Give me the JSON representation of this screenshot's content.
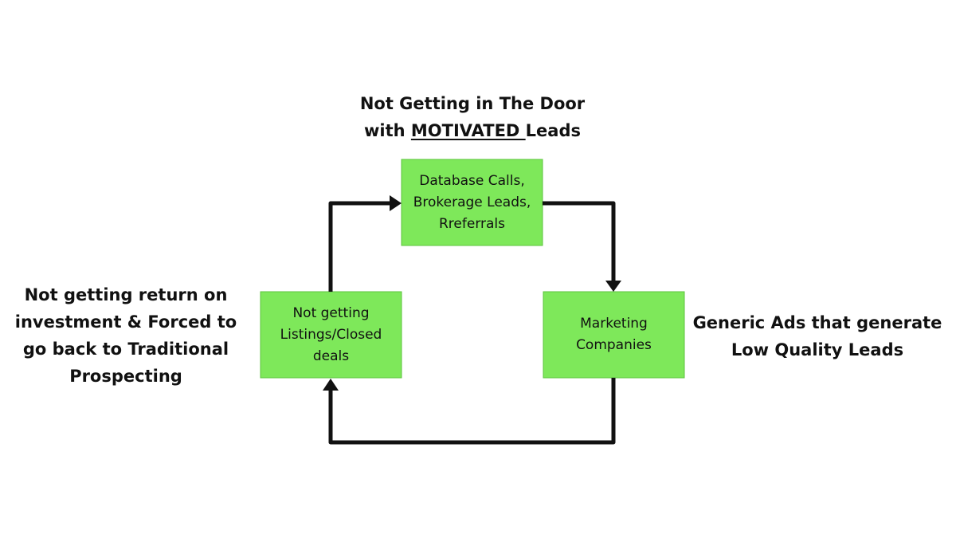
{
  "colors": {
    "node_fill": "#7ee85a",
    "node_stroke": "#5cc43d",
    "arrow": "#111111",
    "text": "#111111"
  },
  "nodes": {
    "top": {
      "text": "Database Calls,\nBrokerage Leads,\nRreferrals"
    },
    "right": {
      "text": "Marketing\nCompanies"
    },
    "left": {
      "text": "Not getting\nListings/Closed\ndeals"
    }
  },
  "labels": {
    "top": {
      "line1": "Not Getting in The Door",
      "line2_prefix": "with ",
      "line2_emphasis": "MOTIVATED ",
      "line2_suffix": "Leads"
    },
    "right": {
      "line1": "Generic Ads that generate",
      "line2": "Low Quality Leads"
    },
    "left": {
      "line1": "Not getting return on",
      "line2": "investment & Forced to",
      "line3": "go back to Traditional",
      "line4": "Prospecting"
    }
  }
}
